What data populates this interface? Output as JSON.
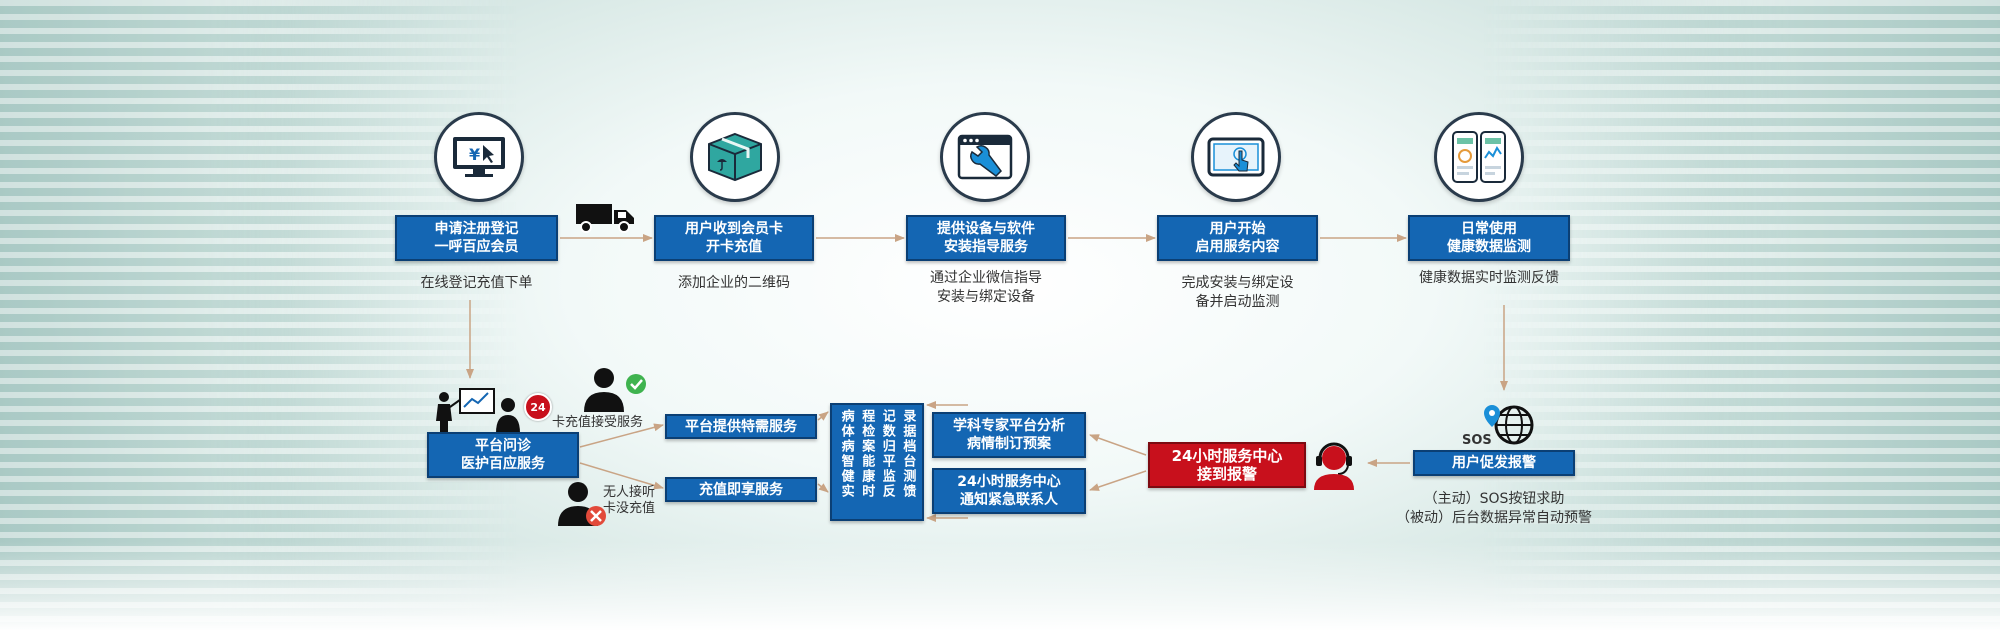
{
  "steps": [
    {
      "box": "申请注册登记\n一呼百应会员",
      "note": "在线登记充值下单",
      "icon": "computer-payment-icon"
    },
    {
      "box": "用户收到会员卡\n开卡充值",
      "note": "添加企业的二维码",
      "icon": "package-box-icon"
    },
    {
      "box": "提供设备与软件\n安装指导服务",
      "note": "通过企业微信指导\n安装与绑定设备",
      "icon": "browser-wrench-icon"
    },
    {
      "box": "用户开始\n启用服务内容",
      "note": "完成安装与绑定设\n备并启动监测",
      "icon": "tablet-touch-icon"
    },
    {
      "box": "日常使用\n健康数据监测",
      "note": "健康数据实时监测反馈",
      "icon": "smartphone-app-icon"
    }
  ],
  "platform": {
    "box": "平台问诊\n医护百应服务"
  },
  "branches": {
    "accept_label": "卡充值接受服务",
    "reject_label": "无人接听\n卡没充值",
    "special_service": "平台提供特需服务",
    "recharge_service": "充值即享服务"
  },
  "records_columns": [
    "病体病智健实",
    "程检案能康时",
    "记数归平监反",
    "录据档台测馈"
  ],
  "expert_box": "学科专家平台分析\n病情制订预案",
  "notify_box": "24小时服务中心\n通知紧急联系人",
  "center_box": "24小时服务中心\n接到报警",
  "alarm": {
    "box": "用户促发报警",
    "sos_label": "SOS",
    "note": "（主动）SOS按钮求助\n（被动）后台数据异常自动预警"
  },
  "badge_24": "24",
  "colors": {
    "primary_blue": "#1466b3",
    "alert_red": "#c8101c",
    "arrow": "#c9a485",
    "icon_dark": "#2a3b4c"
  }
}
